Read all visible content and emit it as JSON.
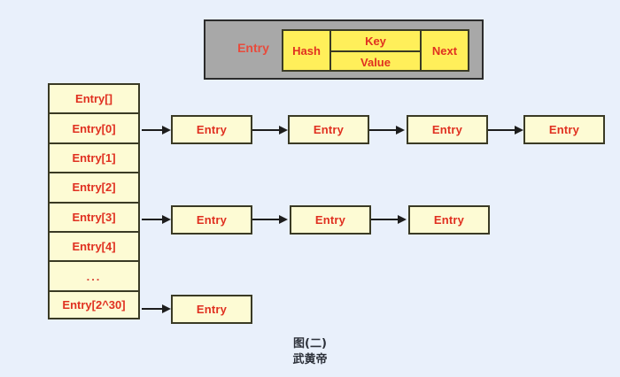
{
  "diagram": {
    "background_color": "#e9f0fb",
    "box_fill": "#fdfbd4",
    "legend_fill": "#ffef5a",
    "legend_panel_color": "#a8a8a8",
    "text_color": "#e03020",
    "border_color": "#3a3a24"
  },
  "legend": {
    "title": "Entry",
    "hash_label": "Hash",
    "key_label": "Key",
    "value_label": "Value",
    "next_label": "Next"
  },
  "array": {
    "cells": [
      {
        "label": "Entry[]",
        "has_chain": false
      },
      {
        "label": "Entry[0]",
        "has_chain": true
      },
      {
        "label": "Entry[1]",
        "has_chain": false
      },
      {
        "label": "Entry[2]",
        "has_chain": false
      },
      {
        "label": "Entry[3]",
        "has_chain": true
      },
      {
        "label": "Entry[4]",
        "has_chain": false
      },
      {
        "label": "...",
        "has_chain": false
      },
      {
        "label": "Entry[2^30]",
        "has_chain": true
      }
    ]
  },
  "chains": [
    {
      "source": "Entry[0]",
      "nodes": [
        "Entry",
        "Entry",
        "Entry",
        "Entry"
      ]
    },
    {
      "source": "Entry[3]",
      "nodes": [
        "Entry",
        "Entry",
        "Entry"
      ]
    },
    {
      "source": "Entry[2^30]",
      "nodes": [
        "Entry"
      ]
    }
  ],
  "caption": {
    "line1": "图(二)",
    "line2": "武黄帝"
  }
}
